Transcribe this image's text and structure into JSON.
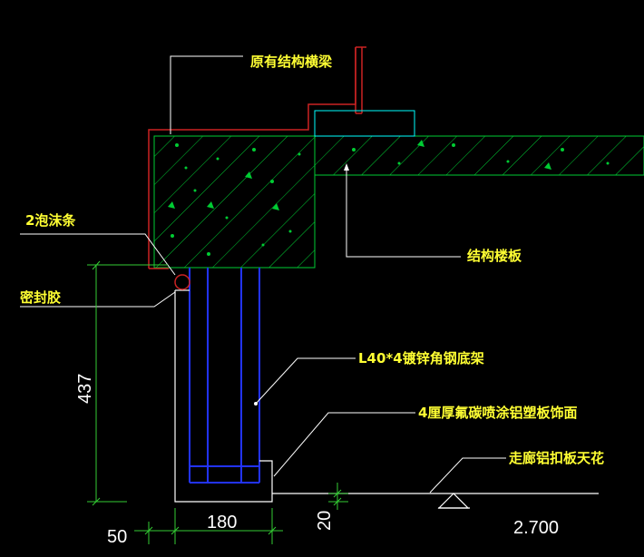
{
  "labels": {
    "existing_beam": "原有结构横梁",
    "foam_strip": "2泡沫条",
    "sealant": "密封胶",
    "structural_slab": "结构楼板",
    "angle_frame": "L40*4镀锌角钢底架",
    "aluminum_panel": "4厘厚氟碳喷涂铝塑板饰面",
    "ceiling": "走廊铝扣板天花"
  },
  "dimensions": {
    "height": "437",
    "offset": "50",
    "width": "180",
    "gap": "20",
    "elevation": "2.700"
  },
  "colors": {
    "background": "#000000",
    "label": "#ffff33",
    "leader": "#ffffff",
    "concrete": "#00cc33",
    "structure": "#cc2222",
    "frame": "#2233ff",
    "dimension": "#33cc33",
    "outline": "#00ffff"
  }
}
